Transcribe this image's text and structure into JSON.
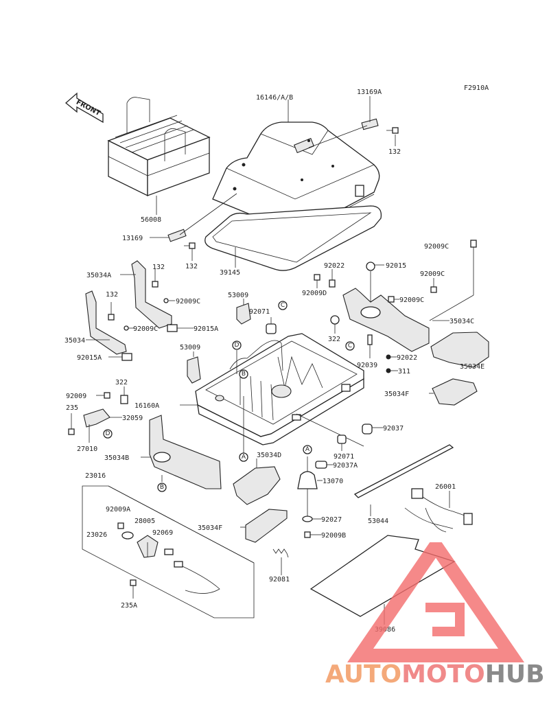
{
  "figure_code": "F2910A",
  "front_arrow": "FRONT",
  "part_labels": [
    "16146/A/B",
    "13169A",
    "132",
    "56008",
    "13169",
    "132",
    "39145",
    "92009C",
    "92022",
    "92015",
    "92009D",
    "92009C",
    "92009C",
    "132",
    "35034A",
    "92009C",
    "132",
    "92009C",
    "92015A",
    "35034",
    "92015A",
    "53009",
    "92071",
    "53009",
    "322",
    "35034C",
    "92039",
    "92022",
    "311",
    "35034E",
    "35034F",
    "92009",
    "322",
    "235",
    "32059",
    "27010",
    "16160A",
    "92037",
    "35034B",
    "35034D",
    "92071",
    "92037A",
    "13070",
    "26001",
    "23016",
    "92009A",
    "28005",
    "23026",
    "92069",
    "35034F",
    "92027",
    "53044",
    "92009B",
    "92081",
    "235A",
    "39086"
  ],
  "ref_markers": [
    "C",
    "D",
    "B",
    "C",
    "D",
    "B",
    "A",
    "A"
  ],
  "watermark": {
    "part1": "AUTO",
    "part2": "MOTO",
    "part3": "HUB"
  }
}
